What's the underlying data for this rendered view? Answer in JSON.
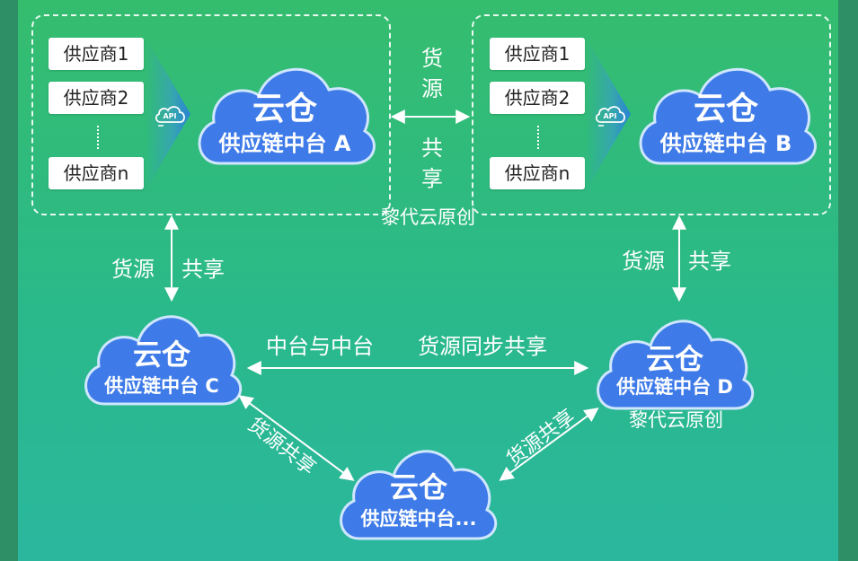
{
  "suppliers_a": [
    "供应商1",
    "供应商2",
    "供应商n"
  ],
  "suppliers_b": [
    "供应商1",
    "供应商2",
    "供应商n"
  ],
  "api_icon_label": "API",
  "clouds": {
    "a": {
      "title": "云仓",
      "subtitle": "供应链中台 A"
    },
    "b": {
      "title": "云仓",
      "subtitle": "供应链中台 B"
    },
    "c": {
      "title": "云仓",
      "subtitle": "供应链中台 C"
    },
    "d": {
      "title": "云仓",
      "subtitle": "供应链中台 D"
    },
    "e": {
      "title": "云仓",
      "subtitle": "供应链中台..."
    }
  },
  "labels": {
    "ab_top_1": "货",
    "ab_top_2": "源",
    "ab_bottom_1": "共",
    "ab_bottom_2": "享",
    "ac_left": "货源",
    "ac_right": "共享",
    "bd_left": "货源",
    "bd_right": "共享",
    "cd_left": "中台与中台",
    "cd_right": "货源同步共享",
    "ce": "货源共享",
    "de": "货源共享"
  },
  "watermarks": [
    "黎代云原创",
    "黎代云原创"
  ],
  "colors": {
    "cloud_fill": "#3f7be8",
    "cloud_outline": "#cfe6ff",
    "background_top": "#35bd6e",
    "background_bottom": "#2ab79e"
  }
}
